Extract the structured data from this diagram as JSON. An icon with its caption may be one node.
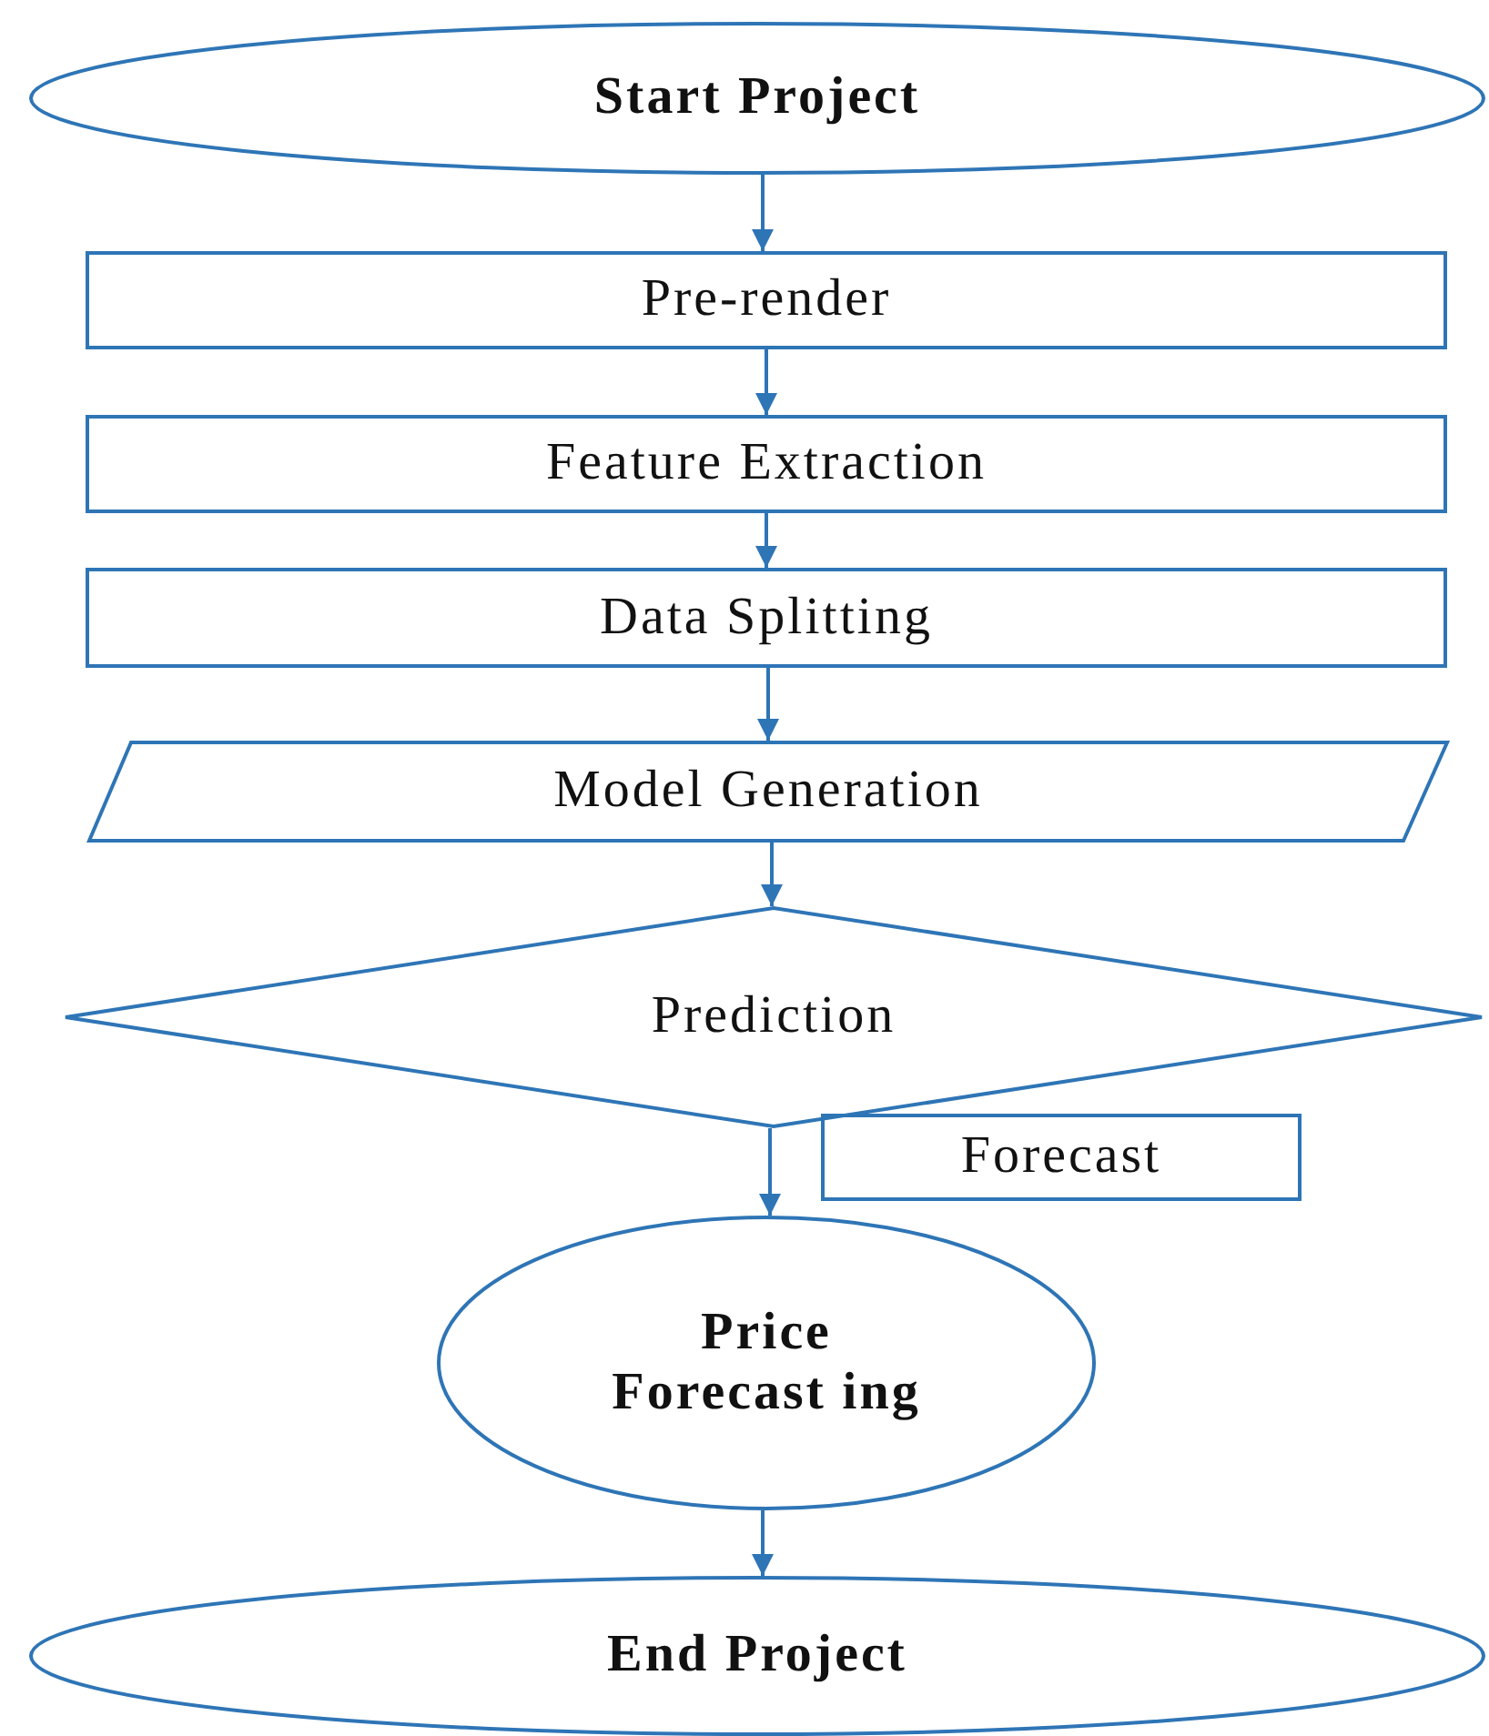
{
  "diagram": {
    "nodes": [
      {
        "text": [
          "Start Project"
        ]
      },
      {
        "text": [
          "Pre-render"
        ]
      },
      {
        "text": [
          "Feature Extraction"
        ]
      },
      {
        "text": [
          "Data Splitting"
        ]
      },
      {
        "text": [
          "Model Generation"
        ]
      },
      {
        "text": [
          "Prediction"
        ]
      },
      {
        "text": [
          "Forecast"
        ]
      },
      {
        "text": [
          "Price Forecast ing"
        ]
      },
      {
        "text": [
          "End Project"
        ]
      }
    ],
    "edges": [
      {
        "from": 0,
        "to": 1,
        "arrow": "to"
      },
      {
        "from": 1,
        "to": 2,
        "arrow": "to"
      },
      {
        "from": 2,
        "to": 3,
        "arrow": "to"
      },
      {
        "from": 3,
        "to": 4,
        "arrow": "to"
      },
      {
        "from": 4,
        "to": 5,
        "arrow": "to"
      },
      {
        "from": 5,
        "to": 7,
        "arrow": "to"
      },
      {
        "from": 7,
        "to": 8,
        "arrow": "to"
      }
    ]
  }
}
